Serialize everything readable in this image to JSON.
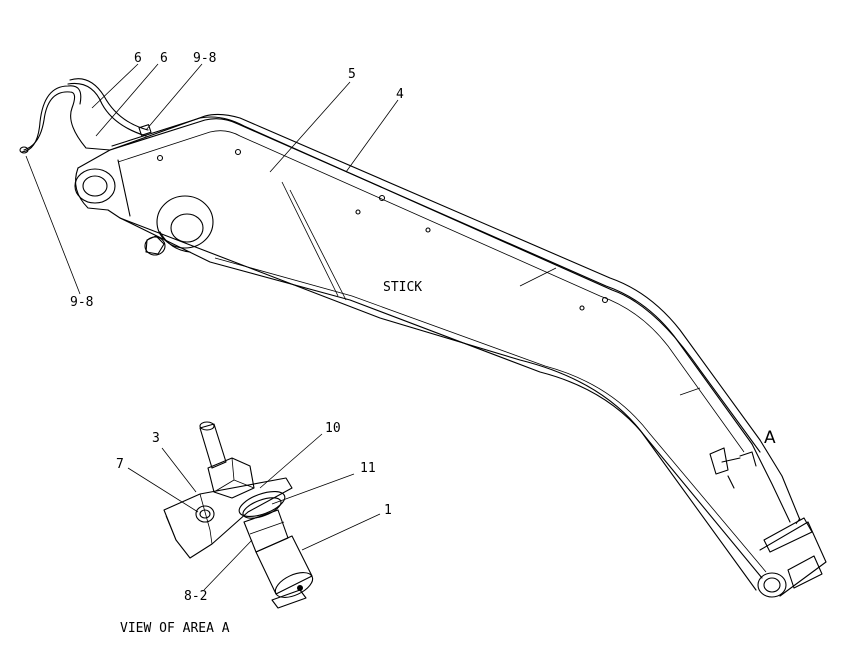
{
  "callouts": {
    "c6a": "6",
    "c6b": "6",
    "c98_top": "9-8",
    "c5": "5",
    "c4": "4",
    "c98_left": "9-8",
    "cA": "A",
    "c3": "3",
    "c7": "7",
    "c10": "10",
    "c11": "11",
    "c1": "1",
    "c82": "8-2"
  },
  "labels": {
    "stick": "STICK",
    "view": "VIEW OF AREA A"
  }
}
